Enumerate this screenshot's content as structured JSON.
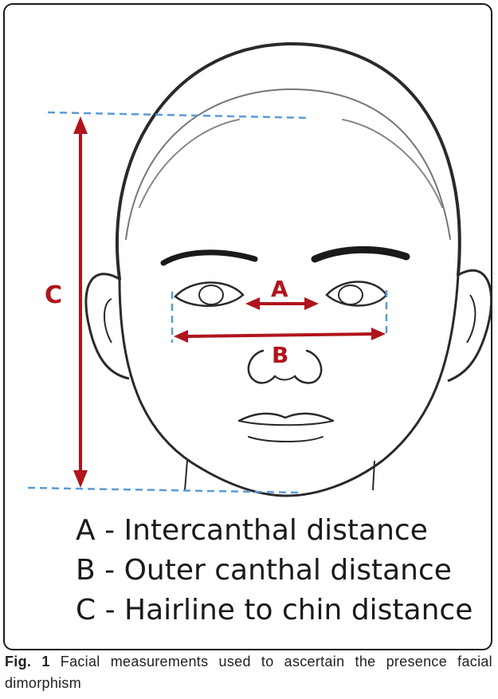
{
  "labels": {
    "A": "A",
    "B": "B",
    "C": "C"
  },
  "legend": [
    "A - Intercanthal distance",
    "B - Outer canthal distance",
    "C - Hairline to chin distance"
  ],
  "caption": {
    "prefix": "Fig. 1",
    "text": "Facial measurements used to ascertain the presence facial dimorphism"
  },
  "colors": {
    "arrow": "#b0141c",
    "guide_line": "#5b9bd5",
    "outline": "#2a2a2a"
  }
}
